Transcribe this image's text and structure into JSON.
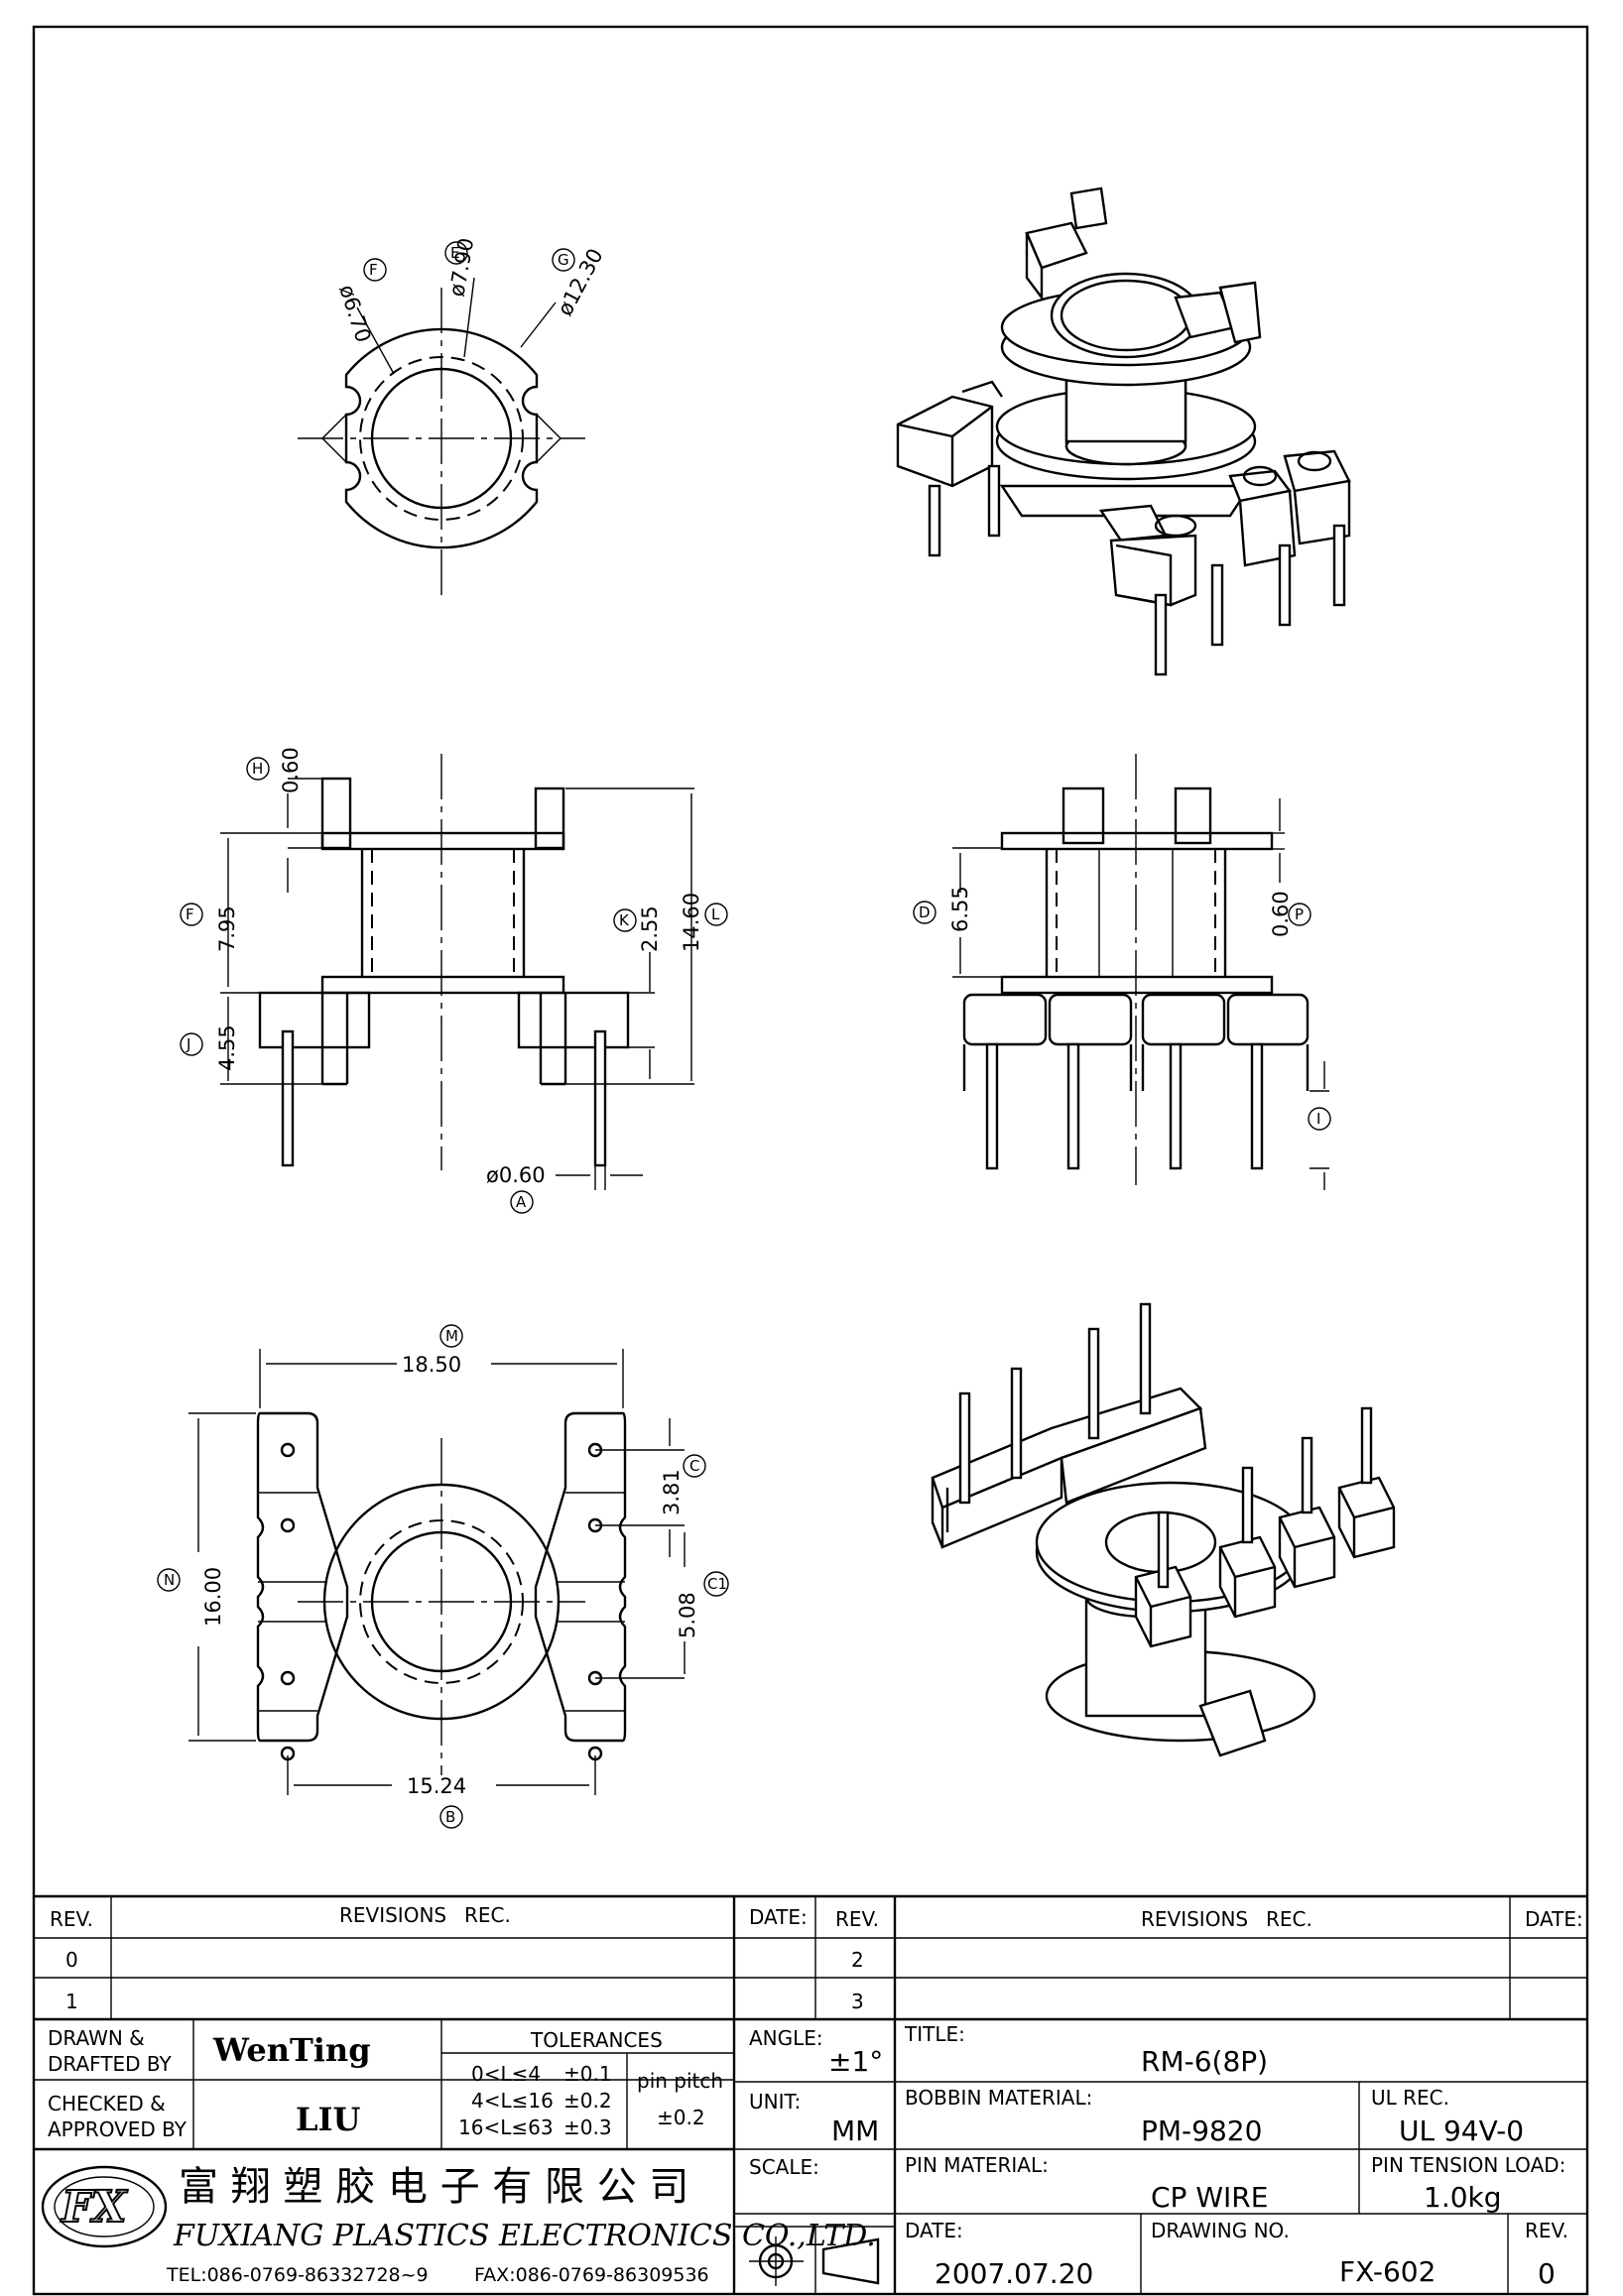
{
  "views": {
    "top": {
      "dims": {
        "d670": "ø6.70",
        "d790": "ø7.90",
        "d1230": "ø12.30",
        "lbl_f": "F",
        "lbl_e": "E",
        "lbl_g": "G"
      }
    },
    "front": {
      "dims": {
        "h060": "0.60",
        "f795": "7.95",
        "j455": "4.55",
        "k255": "2.55",
        "l1460": "14.60",
        "a060": "ø0.60",
        "lbl_h": "H",
        "lbl_f": "F",
        "lbl_j": "J",
        "lbl_k": "K",
        "lbl_l": "L",
        "lbl_a": "A"
      }
    },
    "side": {
      "dims": {
        "d655": "6.55",
        "p060": "0.60",
        "lbl_d": "D",
        "lbl_p": "P",
        "lbl_i": "I"
      }
    },
    "bottom": {
      "dims": {
        "m1850": "18.50",
        "n1600": "16.00",
        "c381": "3.81",
        "c508": "5.08",
        "b1524": "15.24",
        "lbl_m": "M",
        "lbl_n": "N",
        "lbl_c": "C",
        "lbl_c1": "C1",
        "lbl_b": "B"
      }
    }
  },
  "title_block": {
    "rev_hdr": "REV.",
    "revisions_hdr": "REVISIONS",
    "rec_hdr": "REC.",
    "date_hdr": "DATE:",
    "rev_rows_left": [
      "0",
      "1"
    ],
    "rev_rows_right": [
      "2",
      "3"
    ],
    "drawn_label_1": "DRAWN &",
    "drawn_label_2": "DRAFTED BY",
    "drawn_by": "WenTing",
    "checked_label_1": "CHECKED &",
    "checked_label_2": "APPROVED BY",
    "checked_by": "LIU",
    "tolerances_hdr": "TOLERANCES",
    "tolerance_rows": [
      {
        "range": "0<L≤4",
        "value": "±0.1"
      },
      {
        "range": "4<L≤16",
        "value": "±0.2"
      },
      {
        "range": "16<L≤63",
        "value": "±0.3"
      }
    ],
    "pin_pitch_label": "pin pitch",
    "pin_pitch_value": "±0.2",
    "angle_label": "ANGLE:",
    "angle_value": "±1°",
    "unit_label": "UNIT:",
    "unit_value": "MM",
    "scale_label": "SCALE:",
    "title_label": "TITLE:",
    "title_value": "RM-6(8P)",
    "bobbin_label": "BOBBIN MATERIAL:",
    "bobbin_value": "PM-9820",
    "ul_label": "UL REC.",
    "ul_value": "UL 94V-0",
    "pin_material_label": "PIN MATERIAL:",
    "pin_material_value": "CP WIRE",
    "pin_tension_label": "PIN TENSION LOAD:",
    "pin_tension_value": "1.0kg",
    "date_label": "DATE:",
    "date_value": "2007.07.20",
    "drawing_no_label": "DRAWING NO.",
    "drawing_no_value": "FX-602",
    "rev_label": "REV.",
    "rev_value": "0",
    "company_cn": "富 翔 塑 胶 电 子 有 限 公 司",
    "company_en": "FUXIANG PLASTICS ELECTRONICS CO.,LTD.",
    "company_tel": "TEL:086-0769-86332728~9",
    "company_fax": "FAX:086-0769-86309536",
    "logo_text": "FX"
  }
}
